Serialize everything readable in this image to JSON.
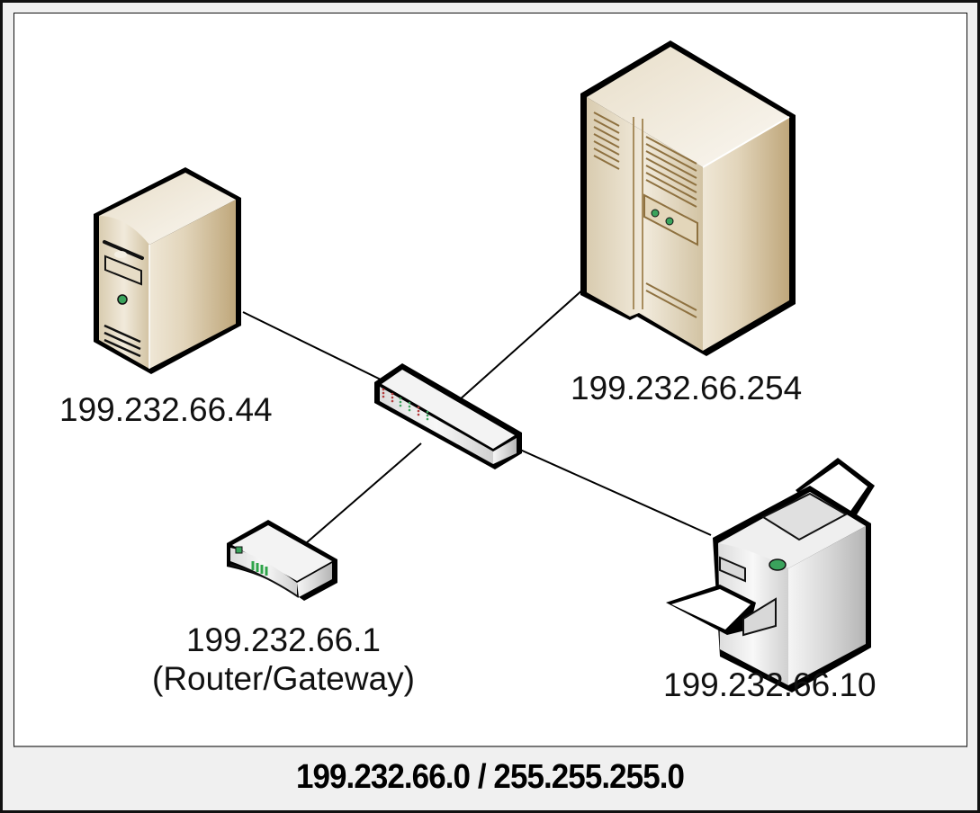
{
  "diagram": {
    "network_label": "199.232.66.0 / 255.255.255.0",
    "nodes": [
      {
        "id": "workstation",
        "type": "tower-server",
        "label": "199.232.66.44"
      },
      {
        "id": "server",
        "type": "mainframe-server",
        "label": "199.232.66.254"
      },
      {
        "id": "switch",
        "type": "network-switch",
        "label": ""
      },
      {
        "id": "router",
        "type": "router",
        "label": "199.232.66.1",
        "sublabel": "(Router/Gateway)"
      },
      {
        "id": "printer",
        "type": "printer",
        "label": "199.232.66.10"
      }
    ],
    "links": [
      {
        "from": "workstation",
        "to": "switch"
      },
      {
        "from": "server",
        "to": "switch"
      },
      {
        "from": "router",
        "to": "switch"
      },
      {
        "from": "printer",
        "to": "switch"
      }
    ]
  },
  "colors": {
    "beige_light": "#f3ede0",
    "beige_dark": "#c4ae84",
    "gray_light": "#f4f4f4",
    "gray_dark": "#bdbdbd",
    "led_green": "#3aa35c",
    "led_red": "#b33a3a",
    "outline": "#000000"
  }
}
